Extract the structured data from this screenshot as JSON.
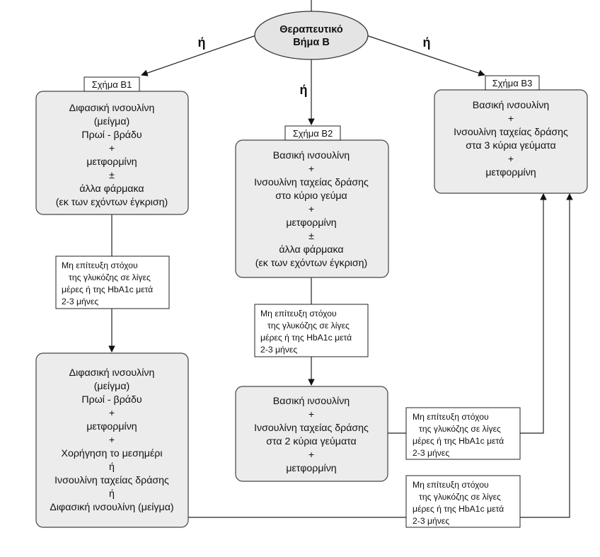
{
  "start": {
    "lines": [
      "Θεραπευτικό",
      "Βήμα Β"
    ]
  },
  "or_label": "ή",
  "b1": {
    "label": "Σχήμα Β1",
    "lines": [
      "Διφασική ινσουλίνη",
      "(μείγμα)",
      "Πρωί - βράδυ",
      "+",
      "μετφορμίνη",
      "±",
      "άλλα φάρμακα",
      "(εκ των εχόντων έγκριση)"
    ]
  },
  "b2": {
    "label": "Σχήμα Β2",
    "lines": [
      "Βασική ινσουλίνη",
      "+",
      "Ινσουλίνη ταχείας δράσης",
      "στο κύριο γεύμα",
      "+",
      "μετφορμίνη",
      "±",
      "άλλα φάρμακα",
      "(εκ των εχόντων έγκριση)"
    ]
  },
  "b3": {
    "label": "Σχήμα Β3",
    "lines": [
      "Βασική ινσουλίνη",
      "+",
      "Ινσουλίνη ταχείας δράσης",
      "στα 3 κύρια γεύματα",
      "+",
      "μετφορμίνη"
    ]
  },
  "b1_next": {
    "lines": [
      "Διφασική ινσουλίνη",
      "(μείγμα)",
      "Πρωί - βράδυ",
      "+",
      "μετφορμίνη",
      "+",
      "Χορήγηση το μεσημέρι",
      "ή",
      "Ινσουλίνη ταχείας δράσης",
      "ή",
      "Διφασική ινσουλίνη (μείγμα)"
    ]
  },
  "b2_next": {
    "lines": [
      "Βασική ινσουλίνη",
      "+",
      "Ινσουλίνη ταχείας δράσης",
      "στα 2 κύρια γεύματα",
      "+",
      "μετφορμίνη"
    ]
  },
  "note": {
    "lines": [
      "Μη επίτευξη στόχου",
      "της γλυκόζης σε λίγες",
      "μέρες ή της HbA1c μετά",
      "2-3 μήνες"
    ]
  }
}
